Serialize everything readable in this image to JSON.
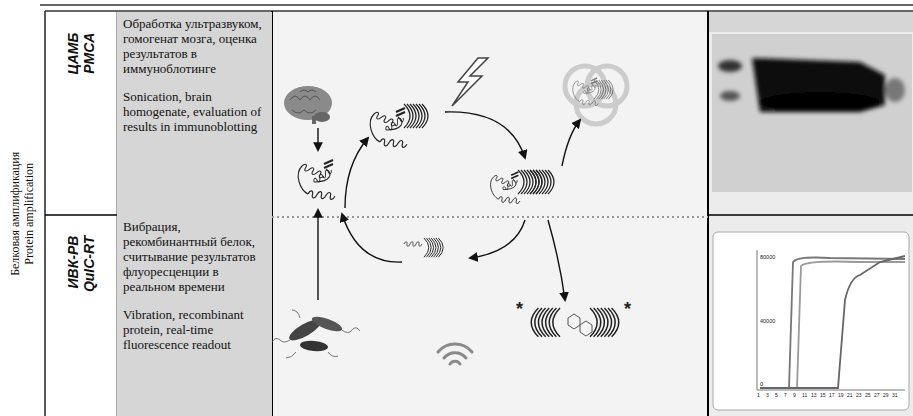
{
  "diagram": {
    "nodes": [
      {
        "text": [
          "Белковая амплификация",
          "Protein amplification"
        ]
      },
      {
        "text": [
          "ЦАМБ",
          "PMCA"
        ]
      },
      {
        "text": [
          "Обработка ультразвуком, гомогенат мозга, оценка результатов в иммуноблотинге",
          "Sonication, brain homogenate, evaluation of results in immunoblotting"
        ]
      },
      {
        "text": [
          "ИВК-РВ",
          "QuIC-RT"
        ]
      },
      {
        "text": [
          "Вибрация, рекомбинантный белок, считывание результатов флуоресценции в реальном времени",
          "Vibration, recombinant protein, real-time fluorescence readout"
        ]
      }
    ],
    "labels": [
      "*",
      "*",
      "80000",
      "40000",
      "0",
      "1",
      "3",
      "5",
      "7",
      "9",
      "11",
      "13",
      "15",
      "17",
      "19",
      "21",
      "23",
      "25",
      "27",
      "29",
      "31"
    ]
  }
}
